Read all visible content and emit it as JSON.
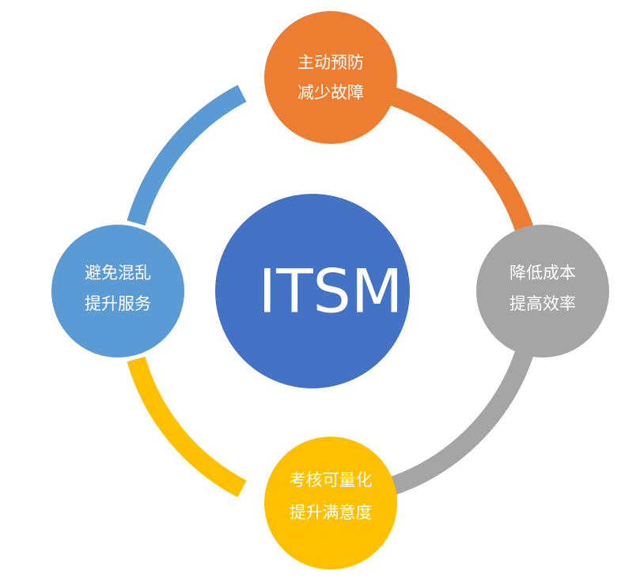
{
  "center": {
    "label": "ITSM",
    "color": "#4472C4"
  },
  "nodes": [
    {
      "id": "top",
      "line1": "主动预防",
      "line2": "减少故障",
      "color": "#ED7D31"
    },
    {
      "id": "right",
      "line1": "降低成本",
      "line2": "提高效率",
      "color": "#A5A5A5"
    },
    {
      "id": "bottom",
      "line1": "考核可量化",
      "line2": "提升满意度",
      "color": "#FFC000"
    },
    {
      "id": "left",
      "line1": "避免混乱",
      "line2": "提升服务",
      "color": "#5B9BD5"
    }
  ]
}
